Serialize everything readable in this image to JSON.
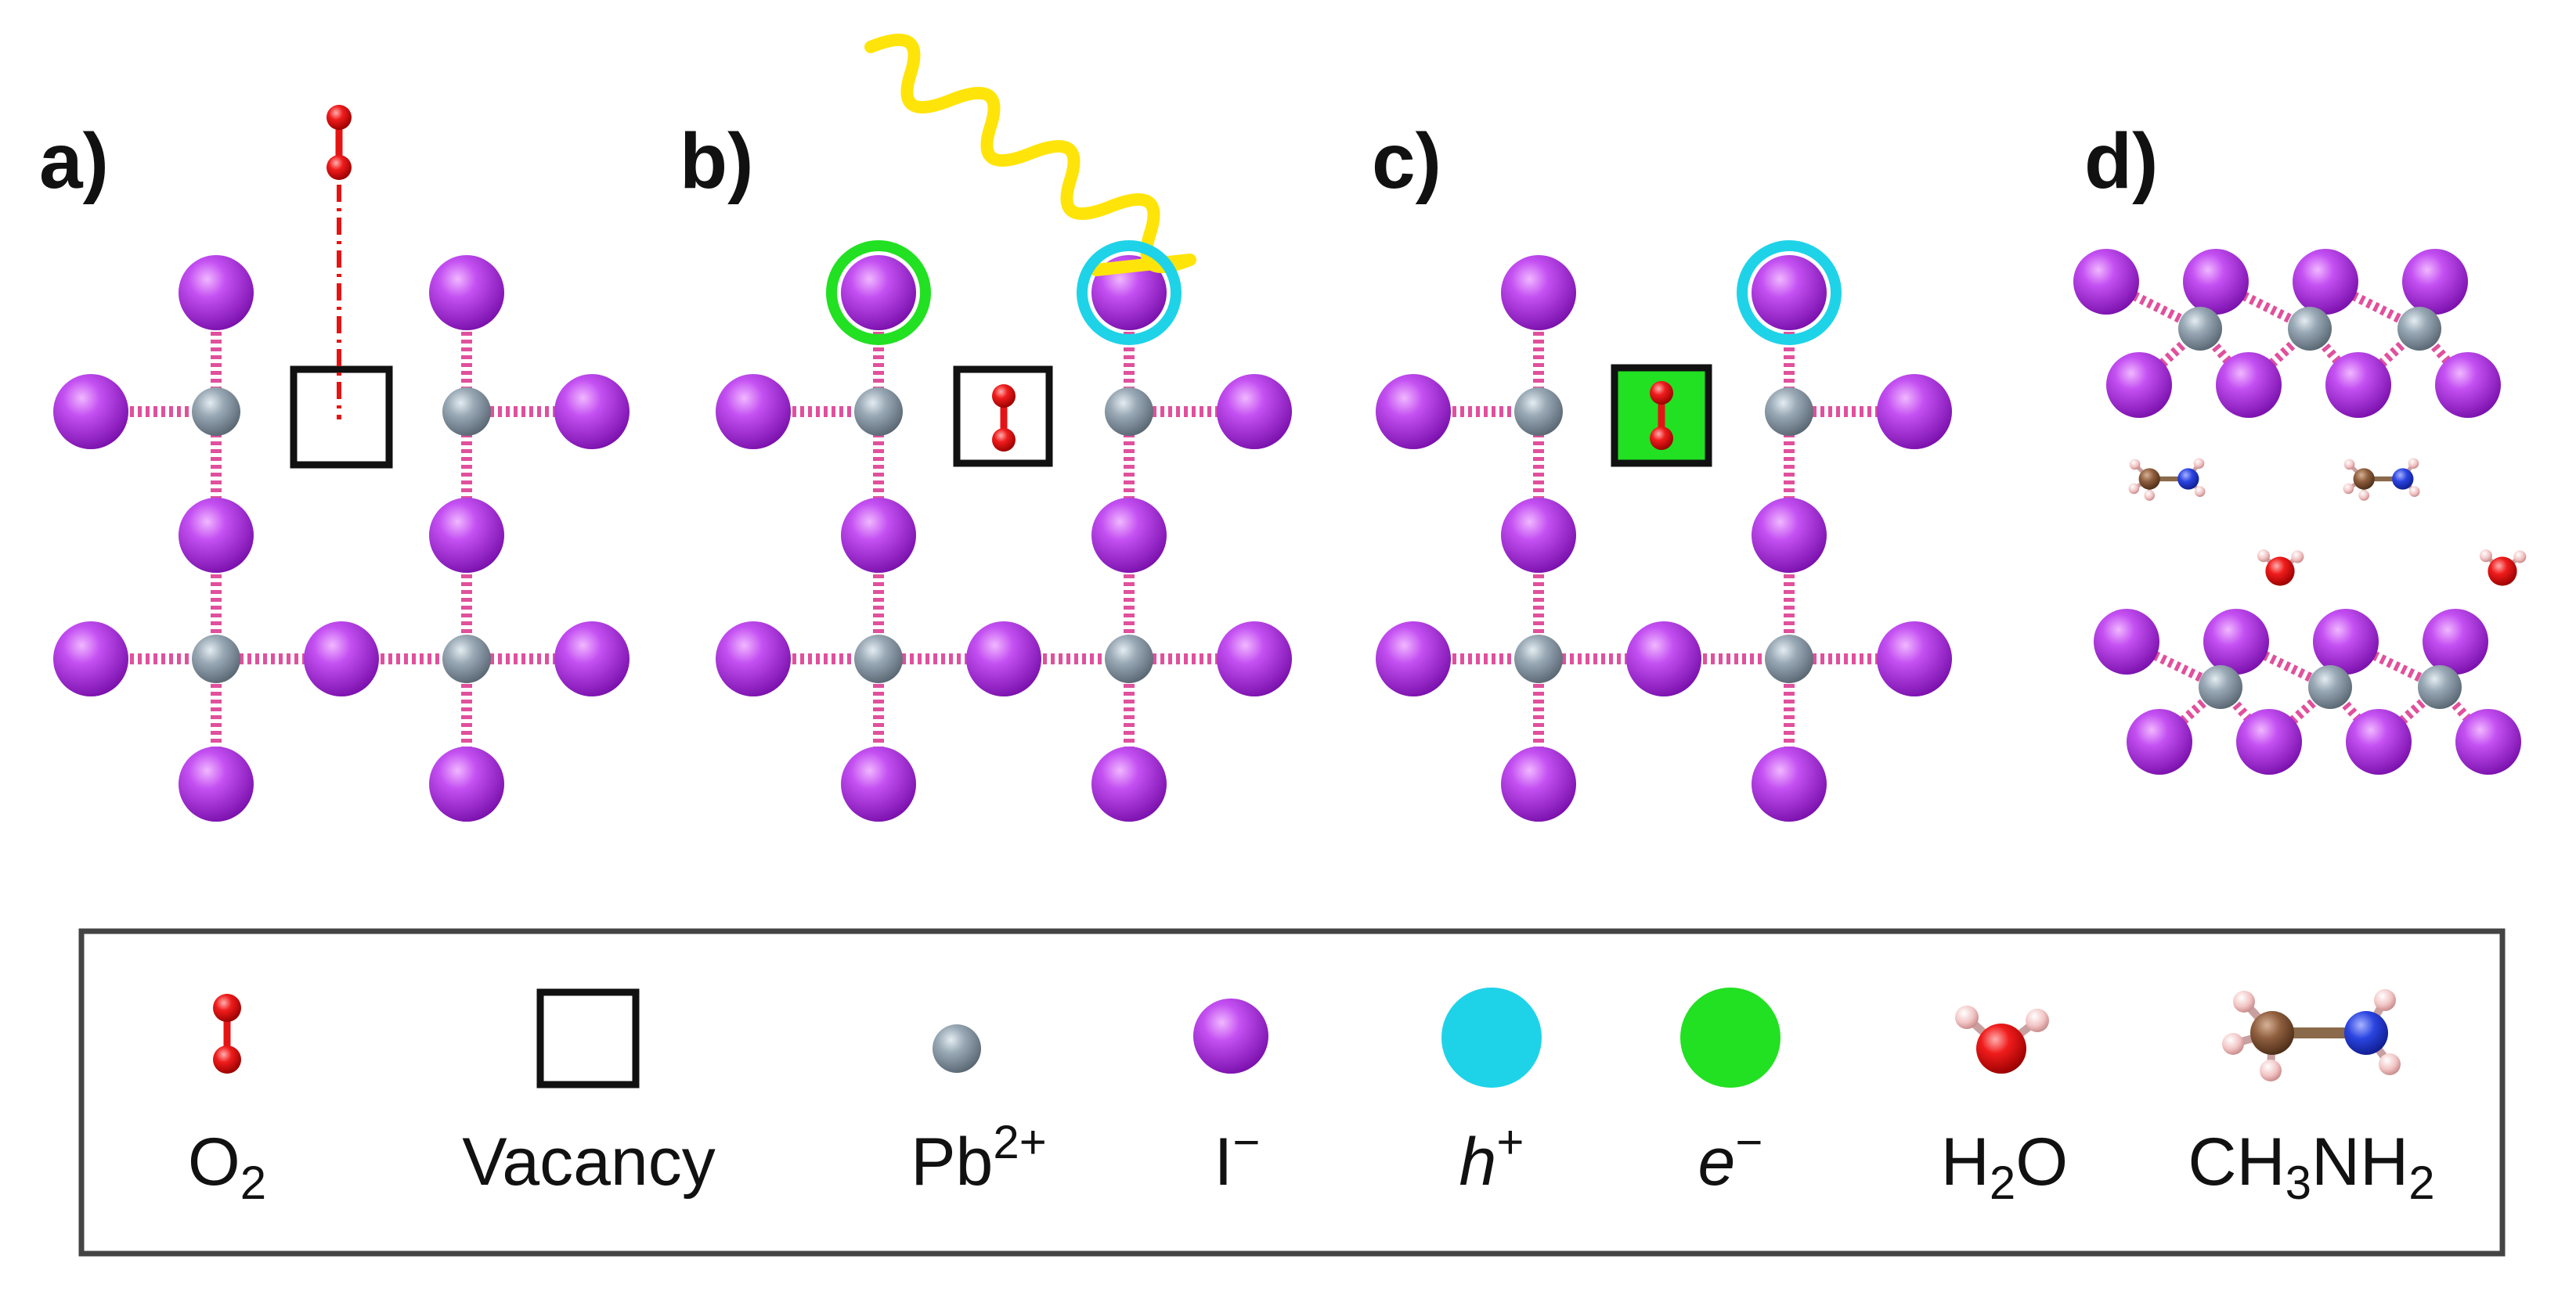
{
  "figure": {
    "panels": [
      {
        "id": "a",
        "label": "a)",
        "state": "O2 approaching a vacancy in the PbI lattice"
      },
      {
        "id": "b",
        "label": "b)",
        "state": "Illumination generates electron (e-) and hole (h+); O2 sits in the vacancy"
      },
      {
        "id": "c",
        "label": "c)",
        "state": "Electron transferred to O2 in the vacancy, hole remains on iodide"
      },
      {
        "id": "d",
        "label": "d)",
        "state": "Layered structure with CH3NH2 and H2O between lattice layers"
      }
    ],
    "legend": {
      "items": [
        {
          "key": "o2",
          "icon": "o2-molecule-icon",
          "label_main": "O",
          "label_sub": "2",
          "label_sup": "",
          "italic": false
        },
        {
          "key": "vacancy",
          "icon": "vacancy-square-icon",
          "label_main": "Vacancy",
          "label_sub": "",
          "label_sup": "",
          "italic": false
        },
        {
          "key": "pb",
          "icon": "lead-ion-icon",
          "label_main": "Pb",
          "label_sub": "",
          "label_sup": "2+",
          "italic": false
        },
        {
          "key": "iodide",
          "icon": "iodide-ion-icon",
          "label_main": "I",
          "label_sub": "",
          "label_sup": "−",
          "italic": false
        },
        {
          "key": "hole",
          "icon": "hole-icon",
          "label_main": "h",
          "label_sub": "",
          "label_sup": "+",
          "italic": true
        },
        {
          "key": "electron",
          "icon": "electron-icon",
          "label_main": "e",
          "label_sub": "",
          "label_sup": "−",
          "italic": true
        },
        {
          "key": "water",
          "icon": "water-molecule-icon",
          "label_main_parts": [
            "H",
            "2",
            "O"
          ],
          "italic": false
        },
        {
          "key": "methylamine",
          "icon": "methylamine-molecule-icon",
          "label_main_parts": [
            "CH",
            "3",
            "NH",
            "2"
          ],
          "italic": false
        }
      ]
    },
    "colors": {
      "iodide": "#b02ee6",
      "lead": "#8a9aa6",
      "bond": "#e0509c",
      "oxygen": "#e51414",
      "hole": "#1ed3e8",
      "electron": "#22e022",
      "photon": "#ffe40a",
      "carbon": "#8a5a3a",
      "nitrogen": "#1d35d6",
      "hydrogen": "#f2bcbc"
    }
  }
}
